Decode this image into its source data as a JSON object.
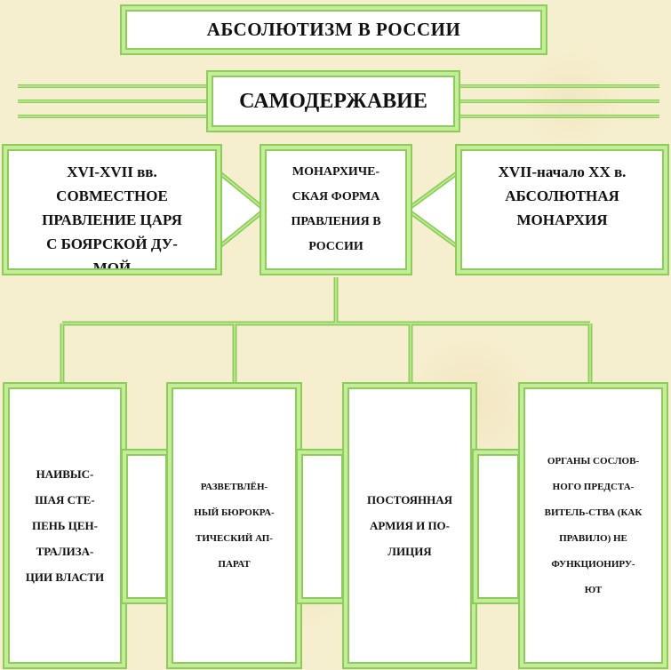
{
  "title": "АБСОЛЮТИЗМ В РОССИИ",
  "subtitle": "САМОДЕРЖАВИЕ",
  "center_box": "МОНАРХИЧЕ-\nСКАЯ ФОРМА\nПРАВЛЕНИЯ В\nРОССИИ",
  "left_box": "XVI-XVII вв.\nСОВМЕСТНОЕ\nПРАВЛЕНИЕ ЦАРЯ\nС БОЯРСКОЙ ДУ-\nМОЙ",
  "right_box": "XVII-начало XX в.\nАБСОЛЮТНАЯ\nМОНАРХИЯ",
  "features": [
    "НАИВЫС-\nШАЯ СТЕ-\nПЕНЬ ЦЕН-\nТРАЛИЗА-\nЦИИ ВЛАСТИ",
    "РАЗВЕТВЛЁН-\nНЫЙ БЮРОКРА-\nТИЧЕСКИЙ АП-\nПАРАТ",
    "ПОСТОЯННАЯ\nАРМИЯ И ПО-\nЛИЦИЯ",
    "ОРГАНЫ СОСЛОВ-\nНОГО ПРЕДСТА-\nВИТЕЛЬ-СТВА (КАК\nПРАВИЛО) НЕ\nФУНКЦИОНИРУ-\nЮТ"
  ],
  "colors": {
    "background": "#f6efcf",
    "green_light": "#c4ec9a",
    "green_dark": "#8ccd5a",
    "box_fill": "#ffffff",
    "text": "#111111"
  }
}
